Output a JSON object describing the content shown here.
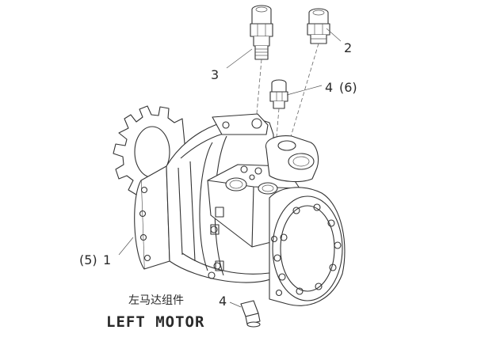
{
  "labels": {
    "part_1": "1",
    "part_1_alt": "(5)",
    "part_2": "2",
    "part_3": "3",
    "part_4_upper": "4",
    "part_4_upper_alt": "(6)",
    "part_4_lower": "4"
  },
  "caption": {
    "chinese": "左马达组件",
    "english": "LEFT MOTOR"
  }
}
